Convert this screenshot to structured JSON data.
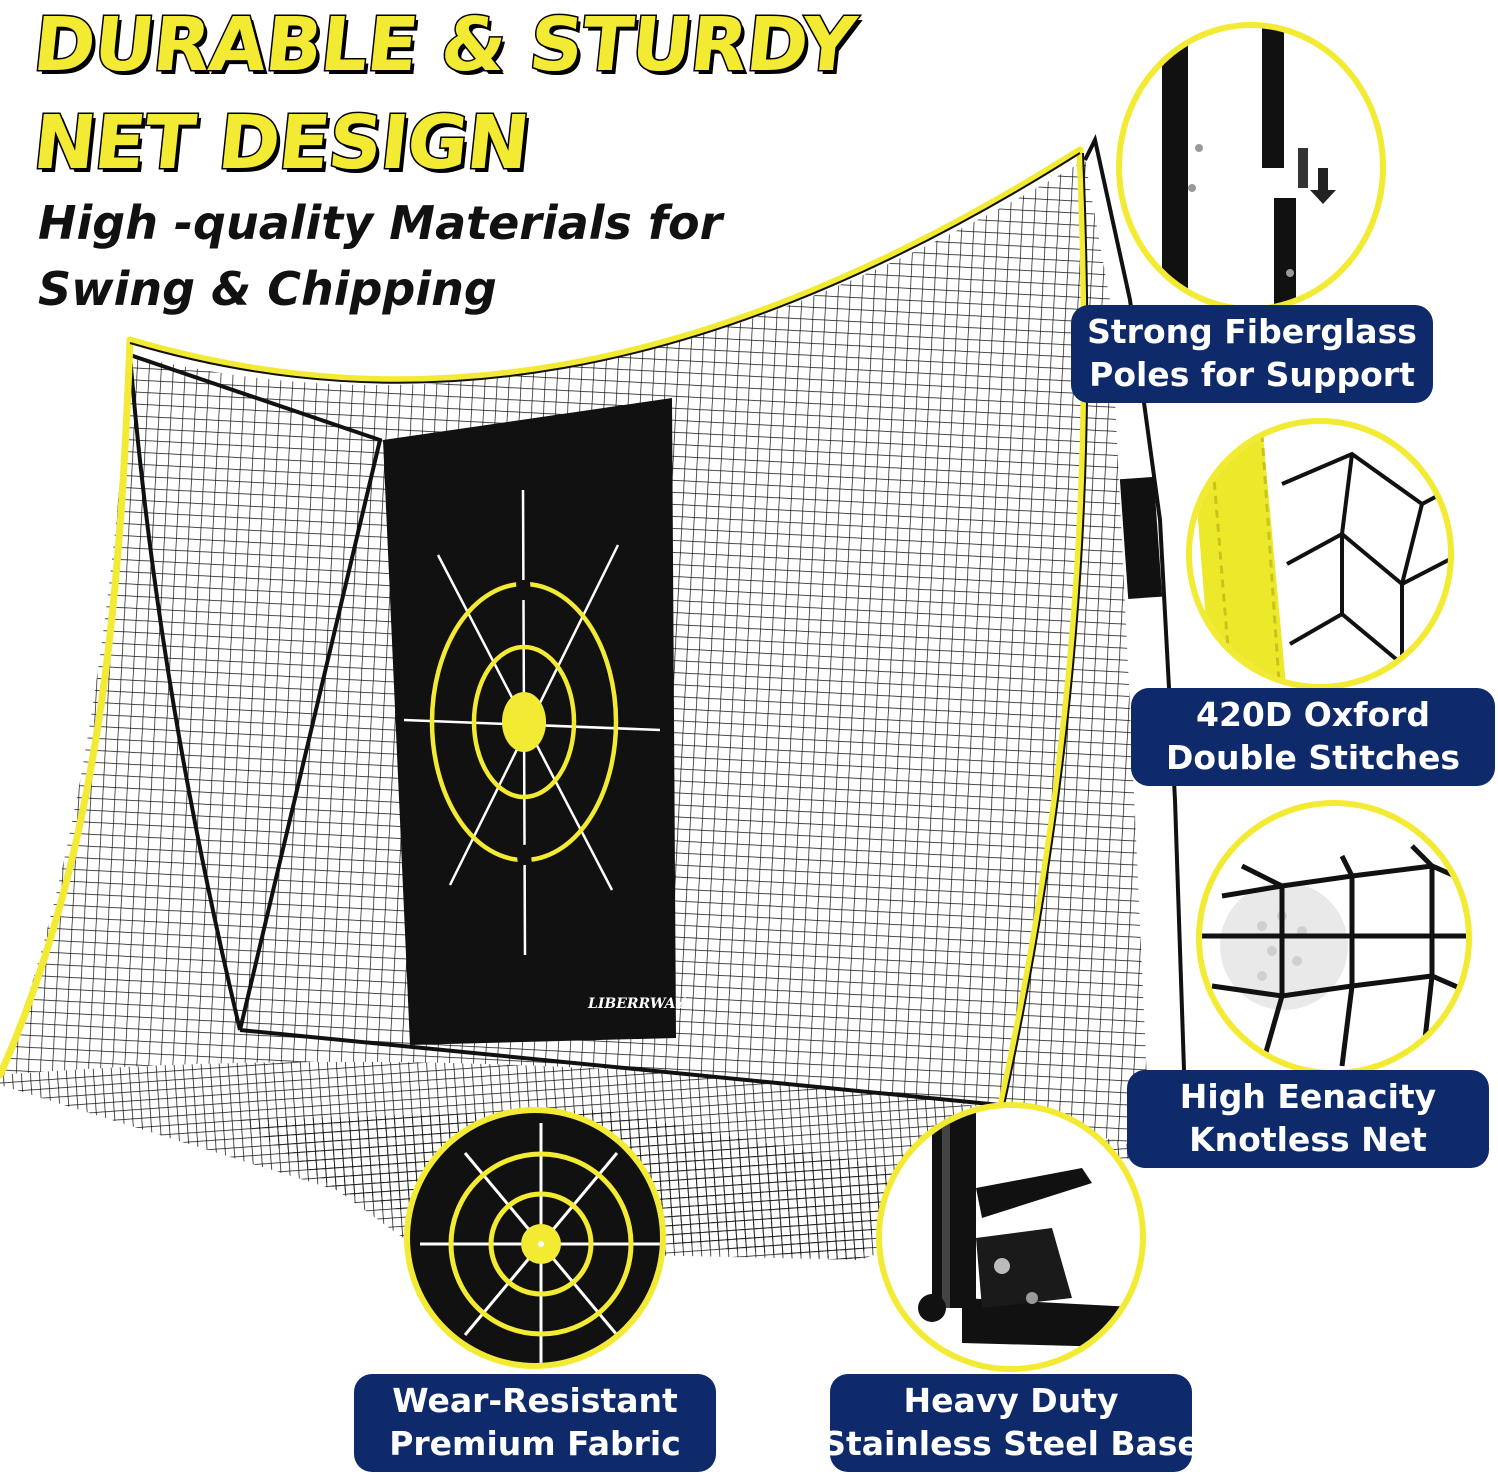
{
  "headline": {
    "line1": "DURABLE & STURDY",
    "line2": "NET DESIGN"
  },
  "subheadline": {
    "line1": "High -quality Materials for",
    "line2": "Swing & Chipping"
  },
  "brand": {
    "logo_text": "LIBERRWAY"
  },
  "features": [
    {
      "id": "poles",
      "line1": "Strong Fiberglass",
      "line2": "Poles for Support"
    },
    {
      "id": "stitches",
      "line1": "420D Oxford",
      "line2": "Double Stitches"
    },
    {
      "id": "net",
      "line1": "High Eenacity",
      "line2": "Knotless Net"
    },
    {
      "id": "fabric",
      "line1": "Wear-Resistant",
      "line2": "Premium Fabric"
    },
    {
      "id": "base",
      "line1": "Heavy Duty",
      "line2": "Stainless Steel Base"
    }
  ],
  "colors": {
    "accent_yellow": "#f3ea33",
    "label_navy": "#0e2a6b",
    "net_black": "#111111"
  }
}
